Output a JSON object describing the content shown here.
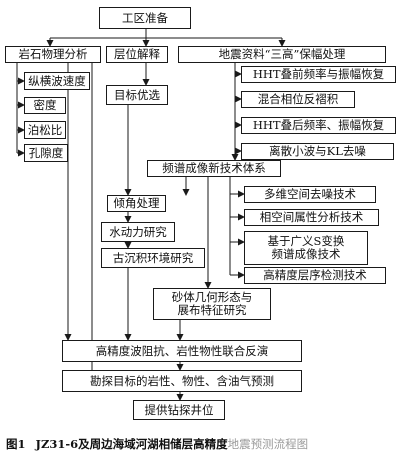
{
  "diagram": {
    "nodes": {
      "start": "工区准备",
      "rock": "岩石物理分析",
      "vp": "纵横波速度",
      "density": "密度",
      "poisson": "泊松比",
      "porosity": "孔隙度",
      "horizon": "层位解释",
      "target": "目标优选",
      "seismic": "地震资料“三高”保幅处理",
      "hht_pre": "HHT叠前频率与振幅恢复",
      "mixed_phase": "混合相位反褶积",
      "hht_post": "HHT叠后频率、振幅恢复",
      "wavelet": "离散小波与KL去噪",
      "spectral": "频谱成像新技术体系",
      "multidim": "多维空间去噪技术",
      "coherence": "相空间属性分析技术",
      "s_transform_1": "基于广义S变换",
      "s_transform_2": "频谱成像技术",
      "sequence": "高精度层序检测技术",
      "tilt": "倾角处理",
      "hydro": "水动力研究",
      "paleo": "古沉积环境研究",
      "sand_1": "砂体几何形态与",
      "sand_2": "展布特征研究",
      "inversion": "高精度波阻抗、岩性物性联合反演",
      "predict": "勘探目标的岩性、物性、含油气预测",
      "well": "提供钻探井位"
    }
  },
  "caption": {
    "figure_label": "图1",
    "text": "JZ31-6及周边海域河湖相储层高精度",
    "watermark": "地震预测流程图"
  }
}
